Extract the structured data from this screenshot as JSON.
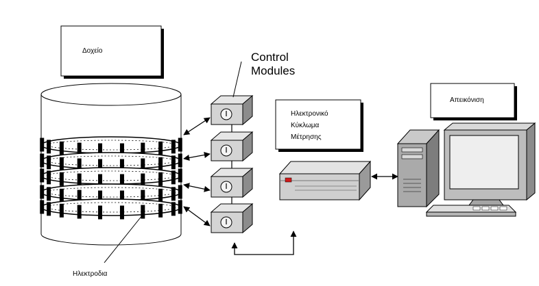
{
  "labels": {
    "file_box": "Δοχείο",
    "control_modules_line1": "Control",
    "control_modules_line2": "Modules",
    "circuit_line1": "Ηλεκτρονικό",
    "circuit_line2": "Κύκλωμα",
    "circuit_line3": "Μέτρησης",
    "display_box": "Απεικόνιση",
    "electrodes": "Ηλεκτροδια"
  },
  "module_count": 4,
  "colors": {
    "stroke": "#000000",
    "module_light": "#d4d4d4",
    "module_dark": "#8c8c8c",
    "device": "#cfcfcf",
    "device_dark": "#9a9a9a",
    "led": "#d11a1a",
    "screen": "#eeeeee"
  }
}
